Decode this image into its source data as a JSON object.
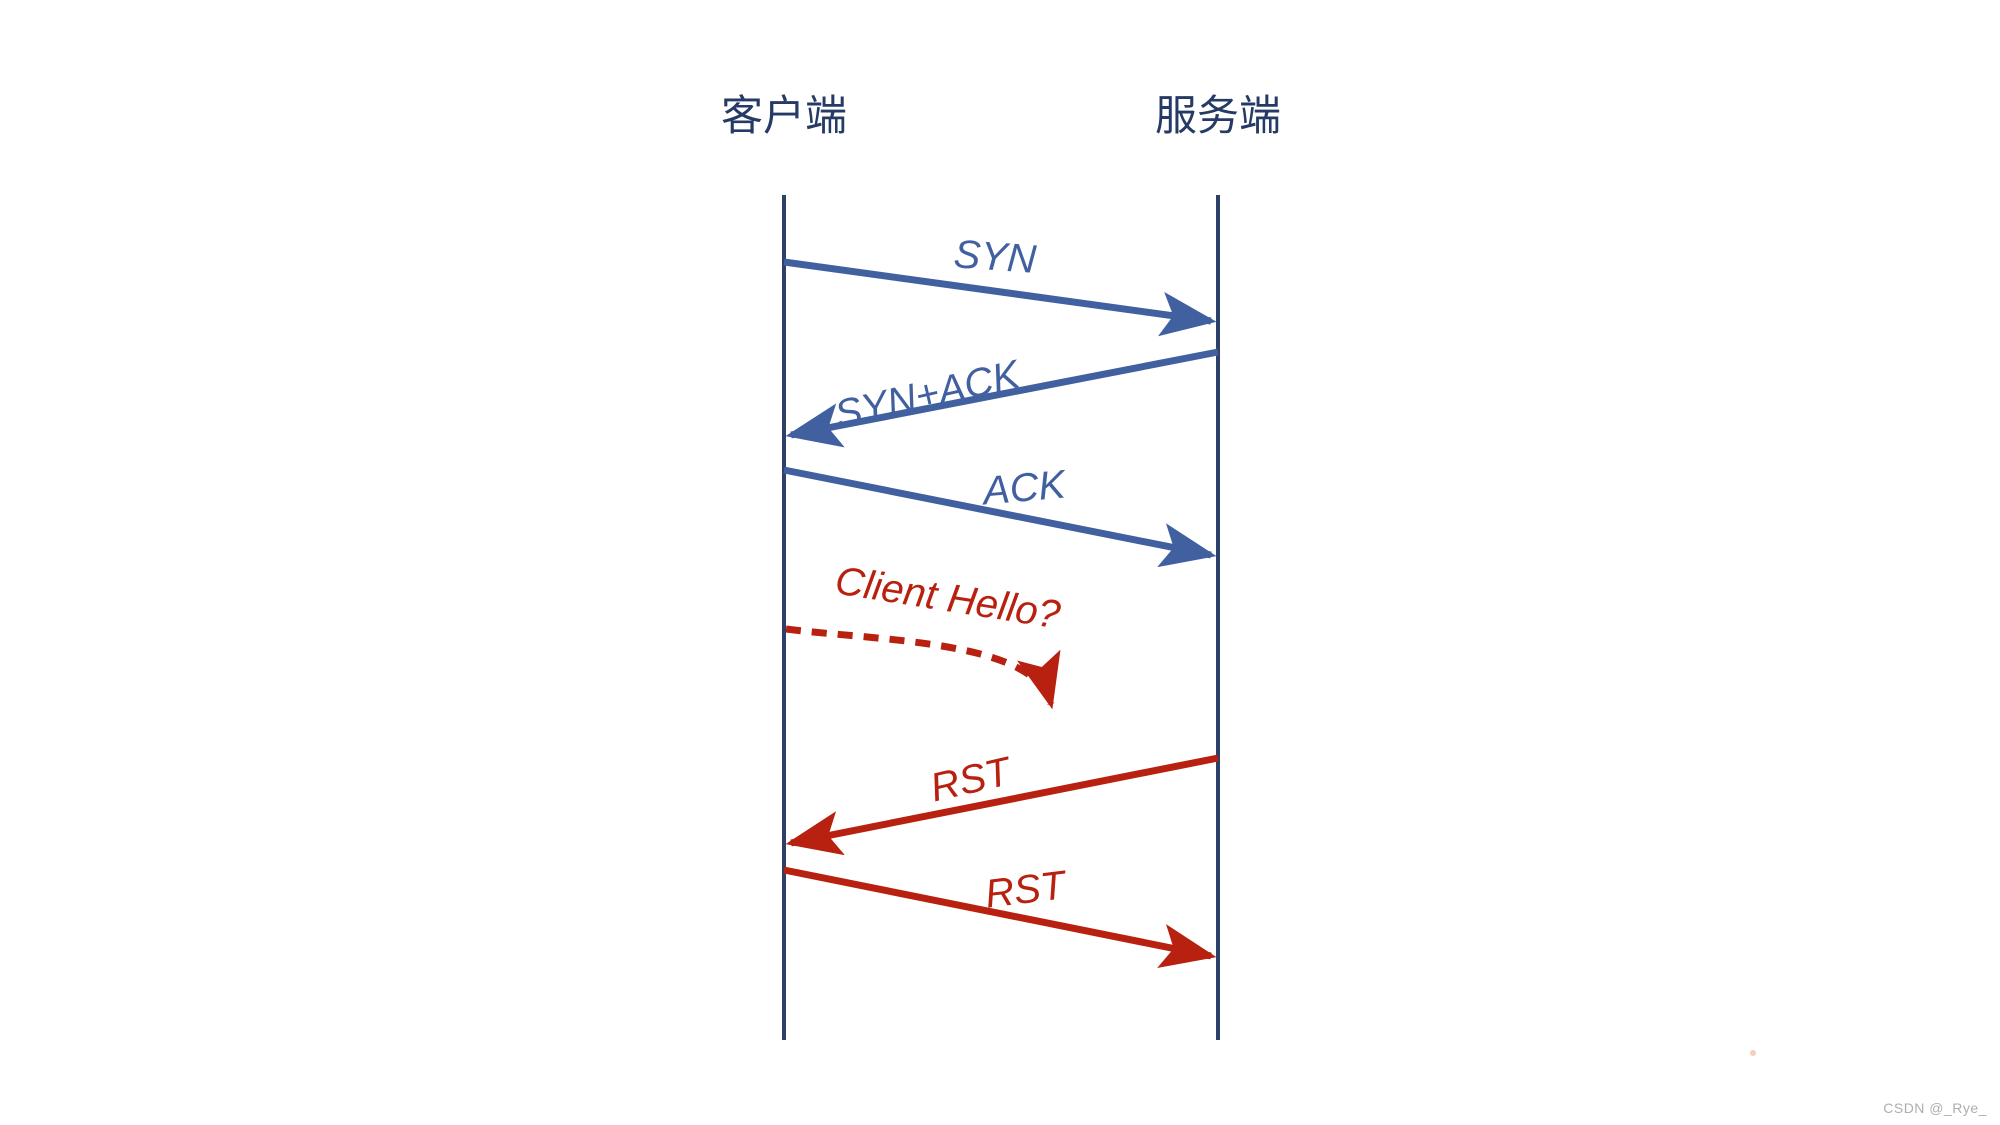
{
  "diagram": {
    "title_context": "TCP handshake followed by RST sequence diagram",
    "actors": [
      {
        "id": "client",
        "label": "客户端"
      },
      {
        "id": "server",
        "label": "服务端"
      }
    ],
    "messages": [
      {
        "label": "SYN",
        "from": "client",
        "to": "server",
        "line": "solid",
        "color": "blue"
      },
      {
        "label": "SYN+ACK",
        "from": "server",
        "to": "client",
        "line": "solid",
        "color": "blue"
      },
      {
        "label": "ACK",
        "from": "client",
        "to": "server",
        "line": "solid",
        "color": "blue"
      },
      {
        "label": "Client Hello?",
        "from": "client",
        "to": "dropped",
        "line": "dashed-curve",
        "color": "red"
      },
      {
        "label": "RST",
        "from": "server",
        "to": "client",
        "line": "solid",
        "color": "red"
      },
      {
        "label": "RST",
        "from": "client",
        "to": "server",
        "line": "solid",
        "color": "red"
      }
    ],
    "watermark": "CSDN @_Rye_"
  },
  "colors": {
    "lifeline": "#2d4168",
    "actor_text": "#263a66",
    "arrow_blue": "#4160a0",
    "arrow_red": "#b8200f",
    "watermark": "#aeaeae",
    "background": "#ffffff"
  }
}
